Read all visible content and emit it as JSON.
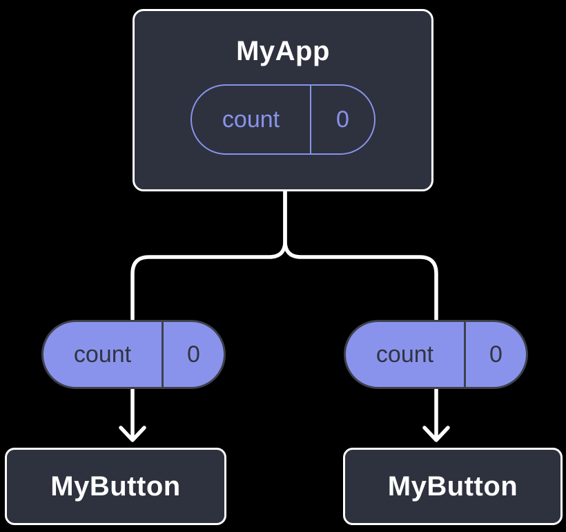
{
  "diagram": {
    "root": {
      "title": "MyApp",
      "state_pill": {
        "label": "count",
        "value": "0"
      }
    },
    "children": [
      {
        "prop_pill": {
          "label": "count",
          "value": "0"
        },
        "title": "MyButton"
      },
      {
        "prop_pill": {
          "label": "count",
          "value": "0"
        },
        "title": "MyButton"
      }
    ],
    "colors": {
      "background": "#000000",
      "node_fill": "#2D323E",
      "node_border": "#FFFFFF",
      "accent_purple": "#8A93EC",
      "prop_pill_text": "#2F3440",
      "prop_pill_border": "#3C414C",
      "connector": "#FFFFFF"
    }
  }
}
